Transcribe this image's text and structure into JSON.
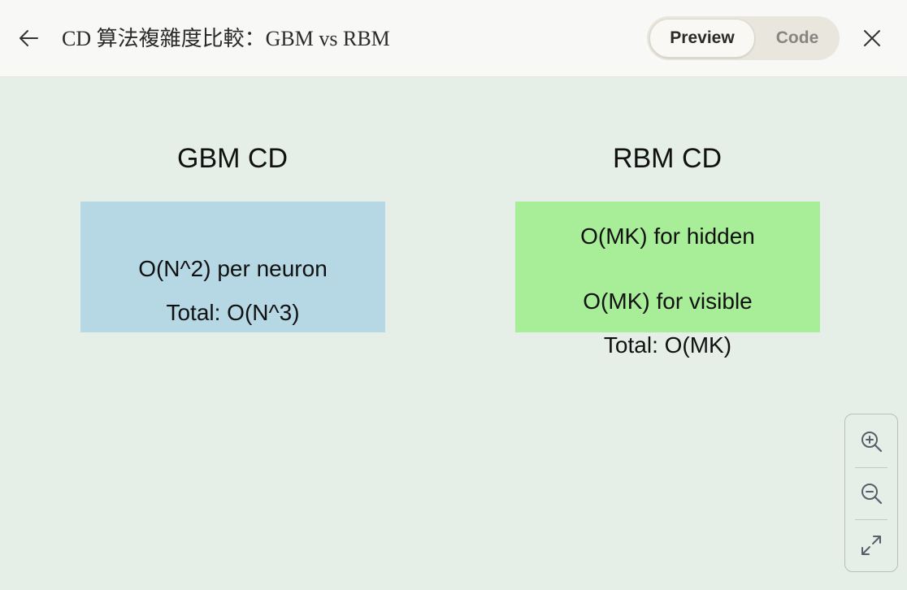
{
  "header": {
    "title": "CD 算法複雜度比較：GBM vs RBM",
    "tabs": [
      {
        "label": "Preview",
        "active": true
      },
      {
        "label": "Code",
        "active": false
      }
    ],
    "back_icon": "arrow-left-icon",
    "close_icon": "close-icon"
  },
  "diagram": {
    "gbm": {
      "title": "GBM CD",
      "box_color": "#b6d7e4",
      "lines": [
        "O(N^2) per neuron",
        "Total: O(N^3)"
      ]
    },
    "rbm": {
      "title": "RBM CD",
      "box_color": "#a8ed97",
      "lines": [
        "O(MK) for hidden",
        "O(MK) for visible"
      ],
      "total": "Total: O(MK)"
    }
  },
  "zoom_controls": {
    "icons": [
      "zoom-in-icon",
      "zoom-out-icon",
      "fit-screen-icon"
    ]
  },
  "colors": {
    "background": "#e5efe8",
    "header_bg": "#f8f8f6"
  }
}
